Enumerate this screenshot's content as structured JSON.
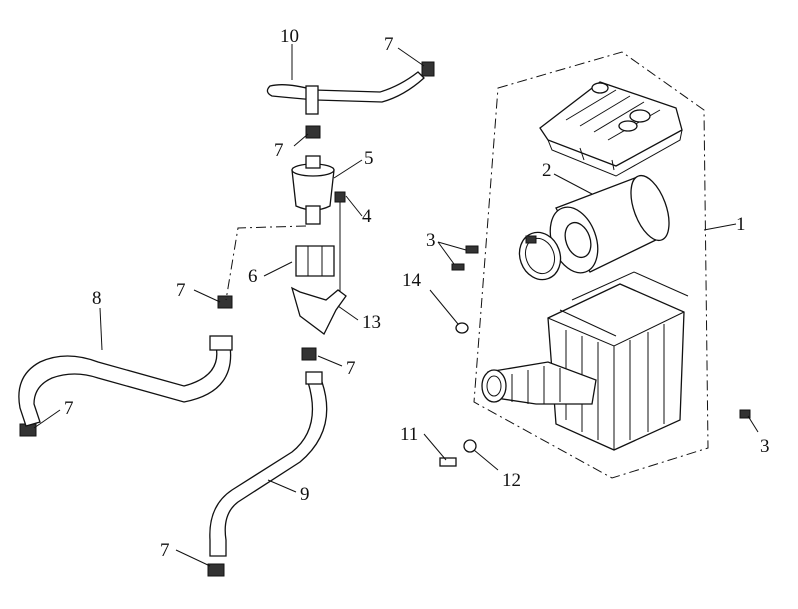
{
  "diagram": {
    "callouts": {
      "c1": "1",
      "c2": "2",
      "c3a": "3",
      "c3b": "3",
      "c4": "4",
      "c5": "5",
      "c6": "6",
      "c7a": "7",
      "c7b": "7",
      "c7c": "7",
      "c7d": "7",
      "c7e": "7",
      "c7f": "7",
      "c8": "8",
      "c9": "9",
      "c10": "10",
      "c11": "11",
      "c12": "12",
      "c13": "13",
      "c14": "14"
    }
  }
}
